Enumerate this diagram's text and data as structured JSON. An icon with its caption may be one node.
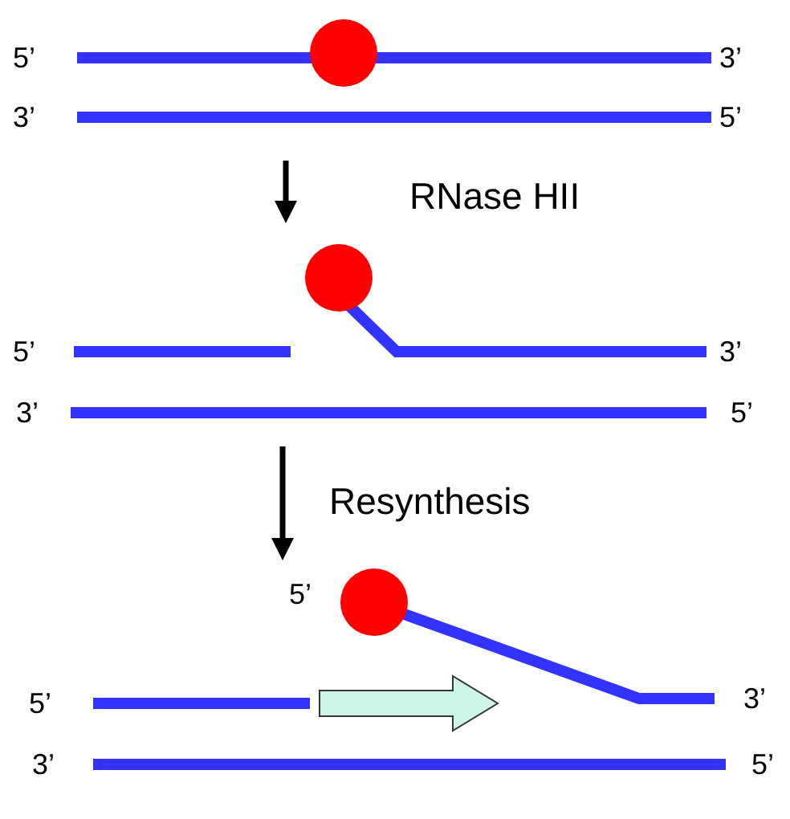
{
  "diagram": {
    "labels": [
      "5’",
      "3’",
      "3’",
      "5’",
      "RNase HII",
      "5’",
      "3’",
      "3’",
      "5’",
      "Resynthesis",
      "5’",
      "5’",
      "3’",
      "3’",
      "5’"
    ]
  }
}
